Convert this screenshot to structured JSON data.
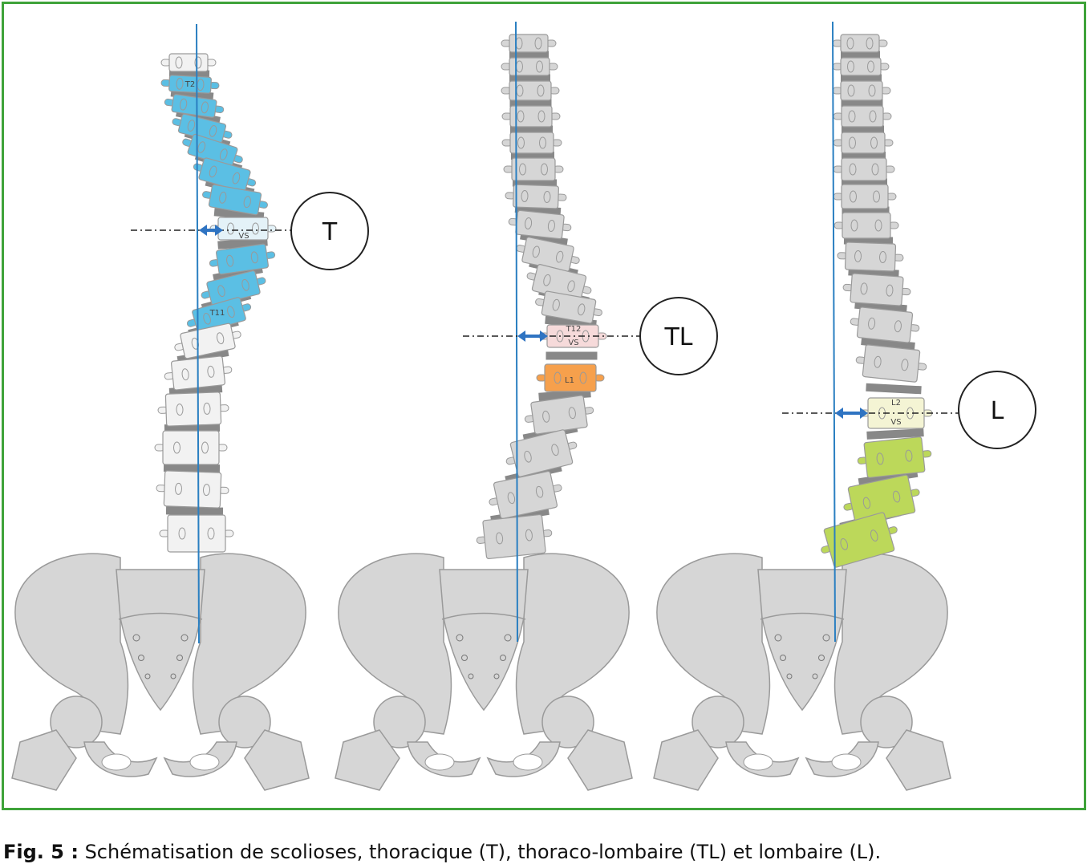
{
  "figure": {
    "colors": {
      "frame": "#3fa33a",
      "thoracic_curve": "#5bbfe4",
      "thoracolumbar_apex": "#f6a04c",
      "lumbar_curve": "#bcd85a",
      "bone": "#d6d6d6",
      "bone_stroke": "#9a9a9a",
      "disc": "#888888",
      "plumb_line": "#2a7fc1",
      "arrow": "#2f74c2"
    },
    "panels": [
      {
        "id": "thoracic",
        "circle_label": "T",
        "apex_label": "VS",
        "top_vertebra_label": "T2",
        "bottom_vertebra_label": "T11"
      },
      {
        "id": "thoracolumbar",
        "circle_label": "TL",
        "apex_label_top": "T12",
        "apex_label": "VS",
        "next_vertebra_label": "L1"
      },
      {
        "id": "lumbar",
        "circle_label": "L",
        "apex_label_top": "L2",
        "apex_label": "VS"
      }
    ]
  },
  "caption": {
    "label": "Fig. 5 :",
    "text": " Schématisation de scolioses, thoracique (T), thoraco-lombaire (TL) et lombaire (L)."
  }
}
